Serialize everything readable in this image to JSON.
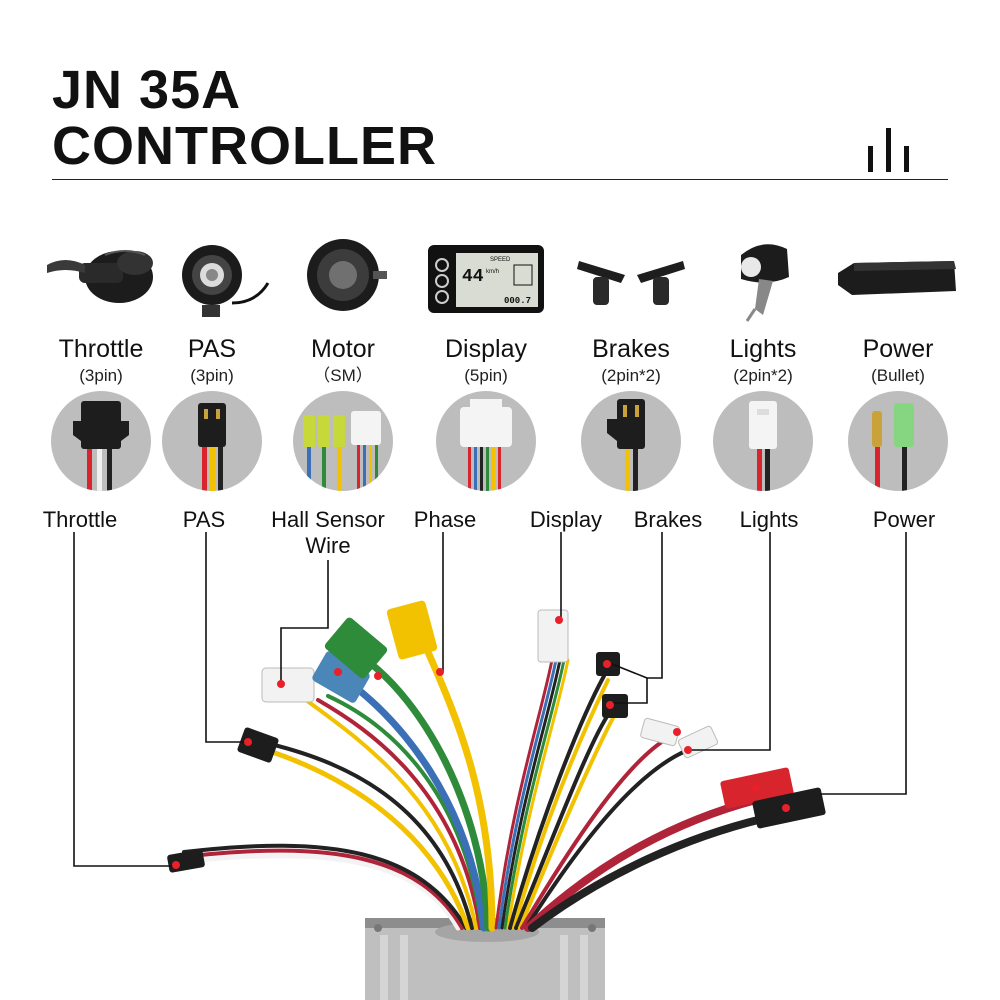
{
  "title": {
    "line1": "JN 35A",
    "line2": "CONTROLLER"
  },
  "components": [
    {
      "name": "Throttle",
      "spec": "(3pin)",
      "image": "throttle-icon"
    },
    {
      "name": "PAS",
      "spec": "(3pin)",
      "image": "pas-sensor-icon"
    },
    {
      "name": "Motor",
      "spec": "（SM）",
      "image": "hub-motor-icon"
    },
    {
      "name": "Display",
      "spec": "(5pin)",
      "image": "lcd-display-icon"
    },
    {
      "name": "Brakes",
      "spec": "(2pin*2)",
      "image": "brake-levers-icon"
    },
    {
      "name": "Lights",
      "spec": "(2pin*2)",
      "image": "headlight-icon"
    },
    {
      "name": "Power",
      "spec": "(Bullet)",
      "image": "battery-icon"
    }
  ],
  "display_screen": {
    "speed_header": "SPEED",
    "speed": "44",
    "unit": "km/h",
    "odo": "000.7"
  },
  "wire_labels": {
    "throttle": "Throttle",
    "pas": "PAS",
    "hall_line1": "Hall Sensor",
    "hall_line2": "Wire",
    "phase": "Phase",
    "display": "Display",
    "brakes": "Brakes",
    "lights": "Lights",
    "power": "Power"
  },
  "colors": {
    "leader_line": "#111111",
    "marker_dot": "#e8202a",
    "connector_yellow": "#f2c200",
    "connector_green": "#2e8b3a",
    "connector_blue": "#4a86b8",
    "connector_red": "#d8242c",
    "wire_red": "#b0243a"
  }
}
